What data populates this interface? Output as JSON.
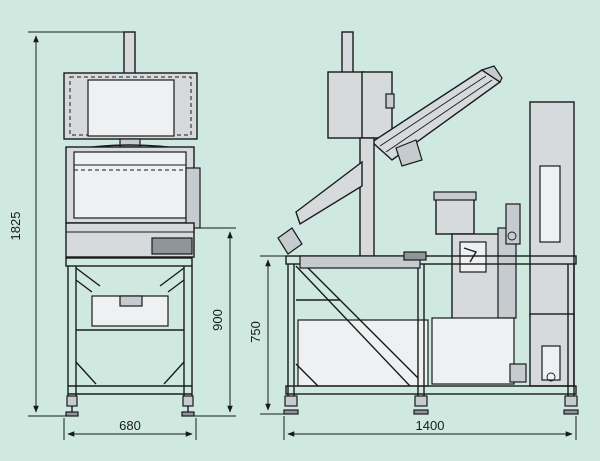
{
  "dimensions": {
    "overall_height": "1825",
    "front_width": "680",
    "front_leg_height": "900",
    "side_leg_height": "750",
    "side_length": "1400"
  }
}
